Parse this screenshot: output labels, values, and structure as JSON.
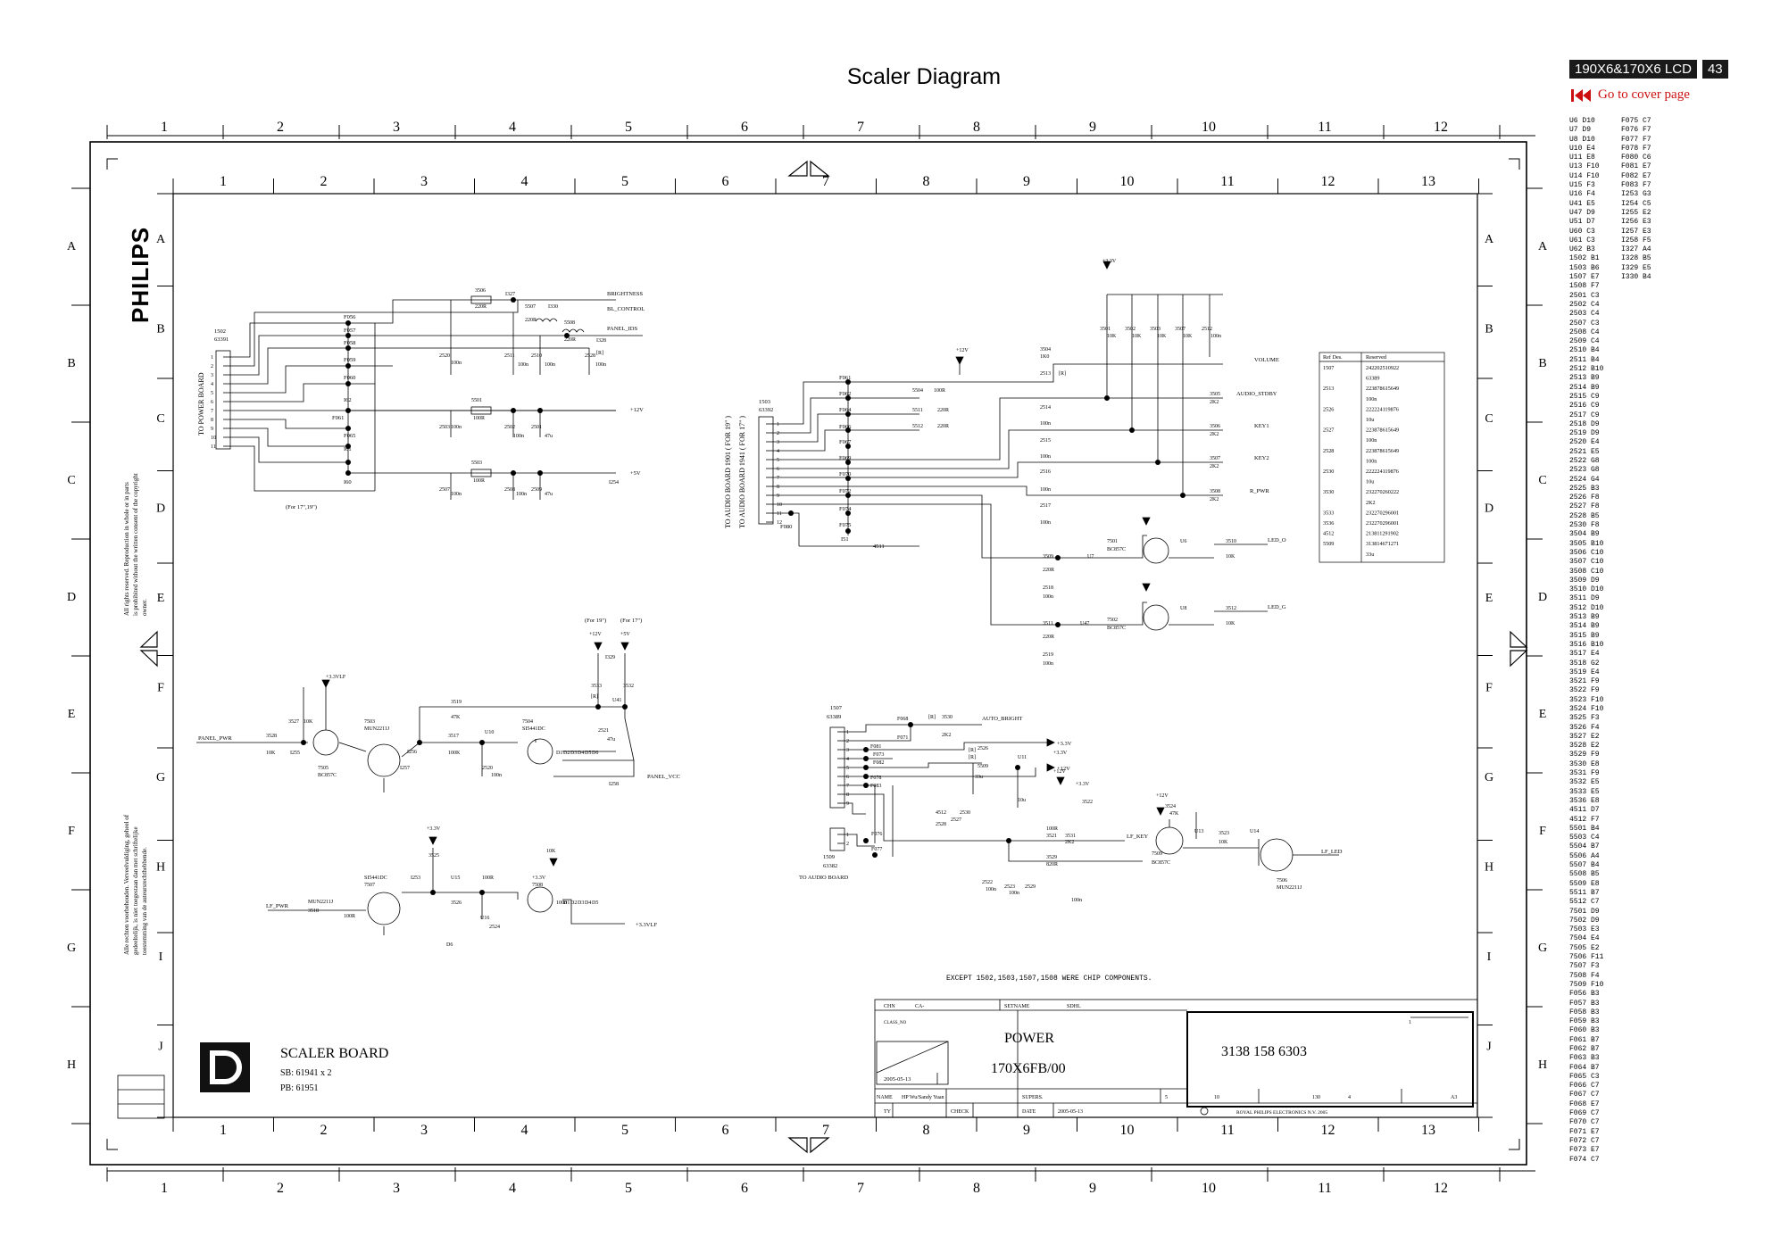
{
  "page": {
    "title": "Scaler Diagram",
    "model": "190X6&170X6 LCD",
    "page_number": "43",
    "cover_link": "Go to cover page"
  },
  "grid": {
    "outer_cols": [
      "1",
      "2",
      "3",
      "4",
      "5",
      "6",
      "7",
      "8",
      "9",
      "10",
      "11",
      "12"
    ],
    "outer_rows_left": [
      "A",
      "B",
      "C",
      "D",
      "E",
      "F",
      "G",
      "H"
    ],
    "inner_cols": [
      "1",
      "2",
      "3",
      "4",
      "5",
      "6",
      "7",
      "8",
      "9",
      "10",
      "11",
      "12",
      "13"
    ],
    "inner_rows": [
      "A",
      "B",
      "C",
      "D",
      "E",
      "F",
      "G",
      "H",
      "I",
      "J"
    ]
  },
  "brand": "PHILIPS",
  "copyright": [
    "All rights reserved. Reproduction in whole or in parts",
    "is prohibited without the written consent of the copyright",
    "owner."
  ],
  "copyright_nl": [
    "Alle rechten voorbehouden. Verveelvuldiging, geheel of",
    "gedeeltelijk, is niet toegestaan dan met schriftelijke",
    "toestemming van de auteursrechthebbende."
  ],
  "left_connector": {
    "ref": "1502",
    "part": "63391",
    "label": "TO POWER BOARD",
    "note": "(For 17\",19\")",
    "pins": [
      "1",
      "2",
      "3",
      "4",
      "5",
      "6",
      "7",
      "8",
      "9",
      "10",
      "11"
    ]
  },
  "top_left_block": {
    "f_labels": [
      "F056",
      "F057",
      "F058",
      "F059",
      "F060",
      "I62",
      "F061",
      "F065",
      "I61",
      "I60"
    ],
    "parts": [
      "3506",
      "220R",
      "I327",
      "5507",
      "220R",
      "I330",
      "5508",
      "220R",
      "I328",
      "[R]",
      "2520",
      "100n",
      "2511",
      "100n",
      "2510",
      "100n",
      "2528",
      "100n",
      "5501",
      "100R",
      "2503",
      "100n",
      "2502",
      "100n",
      "2501",
      "47u",
      "5503",
      "100R",
      "2507",
      "100n",
      "2508",
      "100n",
      "2509",
      "47u",
      "I254"
    ],
    "nets": [
      "BRIGHTNESS",
      "BL_CONTROL",
      "PANEL_IDS",
      "+12V",
      "+5V"
    ]
  },
  "audio_connector": {
    "ref": "1503",
    "part": "63392",
    "label1": "TO AUDIO BOARD 1901 ( FOR 19\" )",
    "label2": "TO AUDIO BOARD 1941 ( FOR 17\" )",
    "pins": [
      "1",
      "2",
      "3",
      "4",
      "5",
      "6",
      "7",
      "8",
      "9",
      "10",
      "11",
      "12"
    ],
    "f_labels": [
      "F061",
      "F062",
      "F064",
      "F066",
      "F067",
      "F069",
      "F070",
      "F072",
      "F074",
      "F075",
      "F080",
      "I51",
      "4511"
    ]
  },
  "audio_block": {
    "parts": [
      "+12V",
      "3504",
      "1K0",
      "2513",
      "[R]",
      "5504",
      "100R",
      "5511",
      "220R",
      "5512",
      "220R",
      "2514",
      "100n",
      "2515",
      "100n",
      "2516",
      "100n",
      "2517",
      "100n",
      "+3.3V",
      "3501",
      "10K",
      "3502",
      "10K",
      "3503",
      "10K",
      "3507",
      "10K",
      "2512",
      "100n",
      "3505",
      "2K2",
      "3506",
      "2K2",
      "3507",
      "2K2",
      "3508",
      "2K2",
      "3509",
      "220R",
      "2518",
      "100n",
      "3511",
      "220R",
      "2519",
      "100n",
      "7501",
      "BC857C",
      "7502",
      "BC857C",
      "U7",
      "U47",
      "U6",
      "U8",
      "3510",
      "10K",
      "3512",
      "10K"
    ],
    "nets": [
      "VOLUME",
      "AUDIO_STDBY",
      "KEY1",
      "KEY2",
      "R_PWR",
      "LED_O",
      "LED_G"
    ]
  },
  "ref_table": {
    "headers": [
      "Ref Des.",
      "Reserved"
    ],
    "rows": [
      [
        "1507",
        "242202510922"
      ],
      [
        "",
        "63389"
      ],
      [
        "2513",
        "223878615649"
      ],
      [
        "",
        "100n"
      ],
      [
        "2526",
        "222224119876"
      ],
      [
        "",
        "10u"
      ],
      [
        "2527",
        "223878615649"
      ],
      [
        "",
        "100n"
      ],
      [
        "2528",
        "223878615649"
      ],
      [
        "",
        "100n"
      ],
      [
        "2530",
        "222224119876"
      ],
      [
        "",
        "10u"
      ],
      [
        "3530",
        "232270260222"
      ],
      [
        "",
        "2K2"
      ],
      [
        "3533",
        "232270296001"
      ],
      [
        "3536",
        "232270296001"
      ],
      [
        "4512",
        "213811291902"
      ],
      [
        "5509",
        "313814671271"
      ],
      [
        "",
        "33u"
      ]
    ]
  },
  "panel_block": {
    "note1": "(For 19\")",
    "note2": "(For 17\")",
    "parts": [
      "+12V",
      "+5V",
      "I329",
      "3533",
      "[R]",
      "3532",
      "U41",
      "3519",
      "47K",
      "2521",
      "47u",
      "+3.3VLF",
      "3527",
      "10K",
      "3528",
      "10K",
      "I255",
      "7505",
      "BC857C",
      "7503",
      "MUN2211J",
      "3517",
      "100K",
      "I256",
      "U10",
      "2520",
      "100n",
      "7504",
      "SI5441DC",
      "D1",
      "D2",
      "D3",
      "D4",
      "D5",
      "D6",
      "I257",
      "I258"
    ],
    "nets": [
      "PANEL_PWR",
      "PANEL_VCC"
    ]
  },
  "lf_block": {
    "parts": [
      "+3.3V",
      "3525",
      "10K",
      "+3.3V",
      "7508",
      "SI5441DC",
      "7507",
      "MUN2211J",
      "3518",
      "100R",
      "I253",
      "U15",
      "3526",
      "100R",
      "U16",
      "2524",
      "100n",
      "D1",
      "D2",
      "D3",
      "D4",
      "D5",
      "D6"
    ],
    "nets": [
      "LF_PWR",
      "+3.3VLF"
    ]
  },
  "key_block": {
    "connector_ref": "1507",
    "connector_part": "63389",
    "connector2_ref": "1509",
    "connector2_part": "63382",
    "connector2_label": "TO AUDIO BOARD",
    "parts": [
      "F068",
      "[R]",
      "3530",
      "2K2",
      "F071",
      "F081",
      "F073",
      "F082",
      "F078",
      "F083",
      "[R]",
      "2526",
      "[R]",
      "5509",
      "33u",
      "U11",
      "+3.3V",
      "+12V",
      "4512",
      "2528",
      "2527",
      "2530",
      "10u",
      "F076",
      "F077",
      "+3.3V",
      "3522",
      "100R",
      "3521",
      "3531",
      "2K2",
      "+12V",
      "3524",
      "47K",
      "U13",
      "7509",
      "BC857C",
      "3523",
      "10K",
      "U14",
      "7506",
      "MUN2211J",
      "3529",
      "820R",
      "2522",
      "100n",
      "2523",
      "100n",
      "2529",
      "100n"
    ],
    "nets": [
      "AUTO_BRIGHT",
      "+3.3V",
      "+12V",
      "LF_KEY",
      "LF_LED"
    ]
  },
  "chip_note": "EXCEPT 1502,1503,1507,1508   WERE CHIP COMPONENTS.",
  "title_block": {
    "board_name": "SCALER BOARD",
    "sb": "SB: 61941 x 2",
    "pb": "PB: 61951",
    "chn": "CHN",
    "ca": "CA-",
    "setname": "SETNAME",
    "sdhl": "SDHL",
    "class": "CLASS_NO",
    "date_box": "2005-05-13",
    "power": "POWER",
    "model": "170X6FB/00",
    "code": "3138 158 6303",
    "sheet_1": "1",
    "name_label": "NAME",
    "name_value": "HP Wu/Sandy Yuan",
    "supers": "SUPERS.",
    "sheet_a": "5",
    "sheet_b": "10",
    "sheet_c": "130",
    "sheet_d": "4",
    "sheet_e": "A3",
    "ty": "TY",
    "check": "CHECK",
    "date_label": "DATE",
    "date_value": "2005-05-13",
    "copyright": "ROYAL PHILIPS ELECTRONICS N.V. 2005"
  },
  "index": [
    "U6 D10",
    "U7 D9",
    "U8 D10",
    "U10 E4",
    "U11 E8",
    "U13 F10",
    "U14 F10",
    "U15 F3",
    "U16 F4",
    "U41 E5",
    "U47 D9",
    "U51 D7",
    "U60 C3",
    "U61 C3",
    "U62 B3",
    "1502 B1",
    "1503 B6",
    "1507 E7",
    "1508 F7",
    "2501 C3",
    "2502 C4",
    "2503 C4",
    "2507 C3",
    "2508 C4",
    "2509 C4",
    "2510 B4",
    "2511 B4",
    "2512 B10",
    "2513 B9",
    "2514 B9",
    "2515 C9",
    "2516 C9",
    "2517 C9",
    "2518 D9",
    "2519 D9",
    "2520 E4",
    "2521 E5",
    "2522 G8",
    "2523 G8",
    "2524 G4",
    "2525 B3",
    "2526 F8",
    "2527 F8",
    "2528 B5",
    "2530 F8",
    "3504 B9",
    "3505 B10",
    "3506 C10",
    "3507 C10",
    "3508 C10",
    "3509 D9",
    "3510 D10",
    "3511 D9",
    "3512 D10",
    "3513 B9",
    "3514 B9",
    "3515 B9",
    "3516 B10",
    "3517 E4",
    "3518 G2",
    "3519 E4",
    "3521 F9",
    "3522 F9",
    "3523 F10",
    "3524 F10",
    "3525 F3",
    "3526 F4",
    "3527 E2",
    "3528 E2",
    "3529 F9",
    "3530 E8",
    "3531 F9",
    "3532 E5",
    "3533 E5",
    "3536 E8",
    "4511 D7",
    "4512 F7",
    "5501 B4",
    "5503 C4",
    "5504 B7",
    "5506 A4",
    "5507 B4",
    "5508 B5",
    "5509 E8",
    "5511 B7",
    "5512 C7",
    "7501 D9",
    "7502 D9",
    "7503 E3",
    "7504 E4",
    "7505 E2",
    "7506 F11",
    "7507 F3",
    "7508 F4",
    "7509 F10",
    "F056 B3",
    "F057 B3",
    "F058 B3",
    "F059 B3",
    "F060 B3",
    "F061 B7",
    "F062 B7",
    "F063 B3",
    "F064 B7",
    "F065 C3",
    "F066 C7",
    "F067 C7",
    "F068 E7",
    "F069 C7",
    "F070 C7",
    "F071 E7",
    "F072 C7",
    "F073 E7",
    "F074 C7",
    "F075 C7",
    "F076 F7",
    "F077 F7",
    "F078 F7",
    "F080 C6",
    "F081 E7",
    "F082 E7",
    "F083 F7",
    "I253 G3",
    "I254 C5",
    "I255 E2",
    "I256 E3",
    "I257 E3",
    "I258 F5",
    "I327 A4",
    "I328 B5",
    "I329 E5",
    "I330 B4"
  ]
}
